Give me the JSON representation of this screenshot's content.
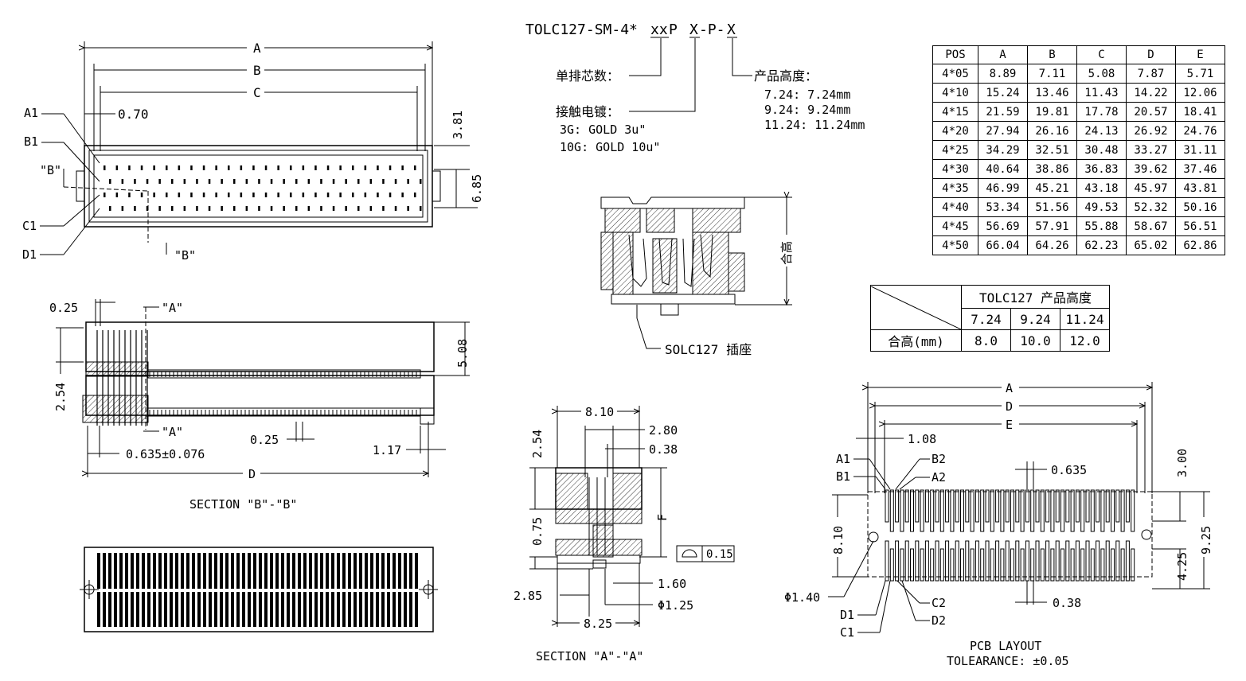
{
  "part_number": {
    "prefix": "TOLC127-SM-4*",
    "xx": "xx",
    "p": "P",
    "sep1": " ",
    "x1": "X",
    "dash": "-P-",
    "x2": "X"
  },
  "legend": {
    "pin_count_label": "单排芯数：",
    "plating_label": "接触电镀：",
    "plating_options": [
      "3G: GOLD 3u\"",
      "10G: GOLD 10u\""
    ],
    "height_label": "产品高度：",
    "height_options": [
      "7.24: 7.24mm",
      "9.24: 9.24mm",
      "11.24: 11.24mm"
    ]
  },
  "spec_table": {
    "headers": [
      "POS",
      "A",
      "B",
      "C",
      "D",
      "E"
    ],
    "rows": [
      [
        "4*05",
        "8.89",
        "7.11",
        "5.08",
        "7.87",
        "5.71"
      ],
      [
        "4*10",
        "15.24",
        "13.46",
        "11.43",
        "14.22",
        "12.06"
      ],
      [
        "4*15",
        "21.59",
        "19.81",
        "17.78",
        "20.57",
        "18.41"
      ],
      [
        "4*20",
        "27.94",
        "26.16",
        "24.13",
        "26.92",
        "24.76"
      ],
      [
        "4*25",
        "34.29",
        "32.51",
        "30.48",
        "33.27",
        "31.11"
      ],
      [
        "4*30",
        "40.64",
        "38.86",
        "36.83",
        "39.62",
        "37.46"
      ],
      [
        "4*35",
        "46.99",
        "45.21",
        "43.18",
        "45.97",
        "43.81"
      ],
      [
        "4*40",
        "53.34",
        "51.56",
        "49.53",
        "52.32",
        "50.16"
      ],
      [
        "4*45",
        "56.69",
        "57.91",
        "55.88",
        "58.67",
        "56.51"
      ],
      [
        "4*50",
        "66.04",
        "64.26",
        "62.23",
        "65.02",
        "62.86"
      ]
    ]
  },
  "height_table": {
    "title": "TOLC127 产品高度",
    "heights": [
      "7.24",
      "9.24",
      "11.24"
    ],
    "row_label": "合高(mm)",
    "values": [
      "8.0",
      "10.0",
      "12.0"
    ]
  },
  "top_view": {
    "dim_a": "A",
    "dim_b": "B",
    "dim_c": "C",
    "dim_070": "0.70",
    "dim_381": "3.81",
    "dim_685": "6.85",
    "pin_labels": [
      "A1",
      "B1",
      "C1",
      "D1"
    ],
    "section_b": "\"B\"",
    "section_b2": "\"B\""
  },
  "section_bb": {
    "dim_025": "0.25",
    "dim_508": "5.08",
    "dim_254": "2.54",
    "dim_025b": "0.25",
    "dim_0635": "0.635±0.076",
    "dim_117": "1.17",
    "dim_d": "D",
    "section_a": "\"A\"",
    "section_a2": "\"A\"",
    "title": "SECTION \"B\"-\"B\""
  },
  "mating": {
    "height_label": "合高",
    "socket_label": "SOLC127 插座"
  },
  "section_aa": {
    "dim_810": "8.10",
    "dim_280": "2.80",
    "dim_038": "0.38",
    "dim_254": "2.54",
    "dim_075": "0.75",
    "dim_f": "F",
    "flatness": "0.15",
    "dim_160": "1.60",
    "dim_285": "2.85",
    "dim_phi125": "Φ1.25",
    "dim_825": "8.25",
    "title": "SECTION \"A\"-\"A\""
  },
  "pcb_layout": {
    "dim_a": "A",
    "dim_d": "D",
    "dim_e": "E",
    "dim_108": "1.08",
    "dim_0635": "0.635",
    "dim_300": "3.00",
    "dim_810": "8.10",
    "dim_925": "9.25",
    "dim_425": "4.25",
    "dim_phi140": "Φ1.40",
    "dim_038": "0.38",
    "labels_top": [
      "A1",
      "B1",
      "B2",
      "A2"
    ],
    "labels_bottom": [
      "D1",
      "C1",
      "C2",
      "D2"
    ],
    "title": "PCB LAYOUT",
    "tolerance": "TOLEARANCE: ±0.05"
  }
}
